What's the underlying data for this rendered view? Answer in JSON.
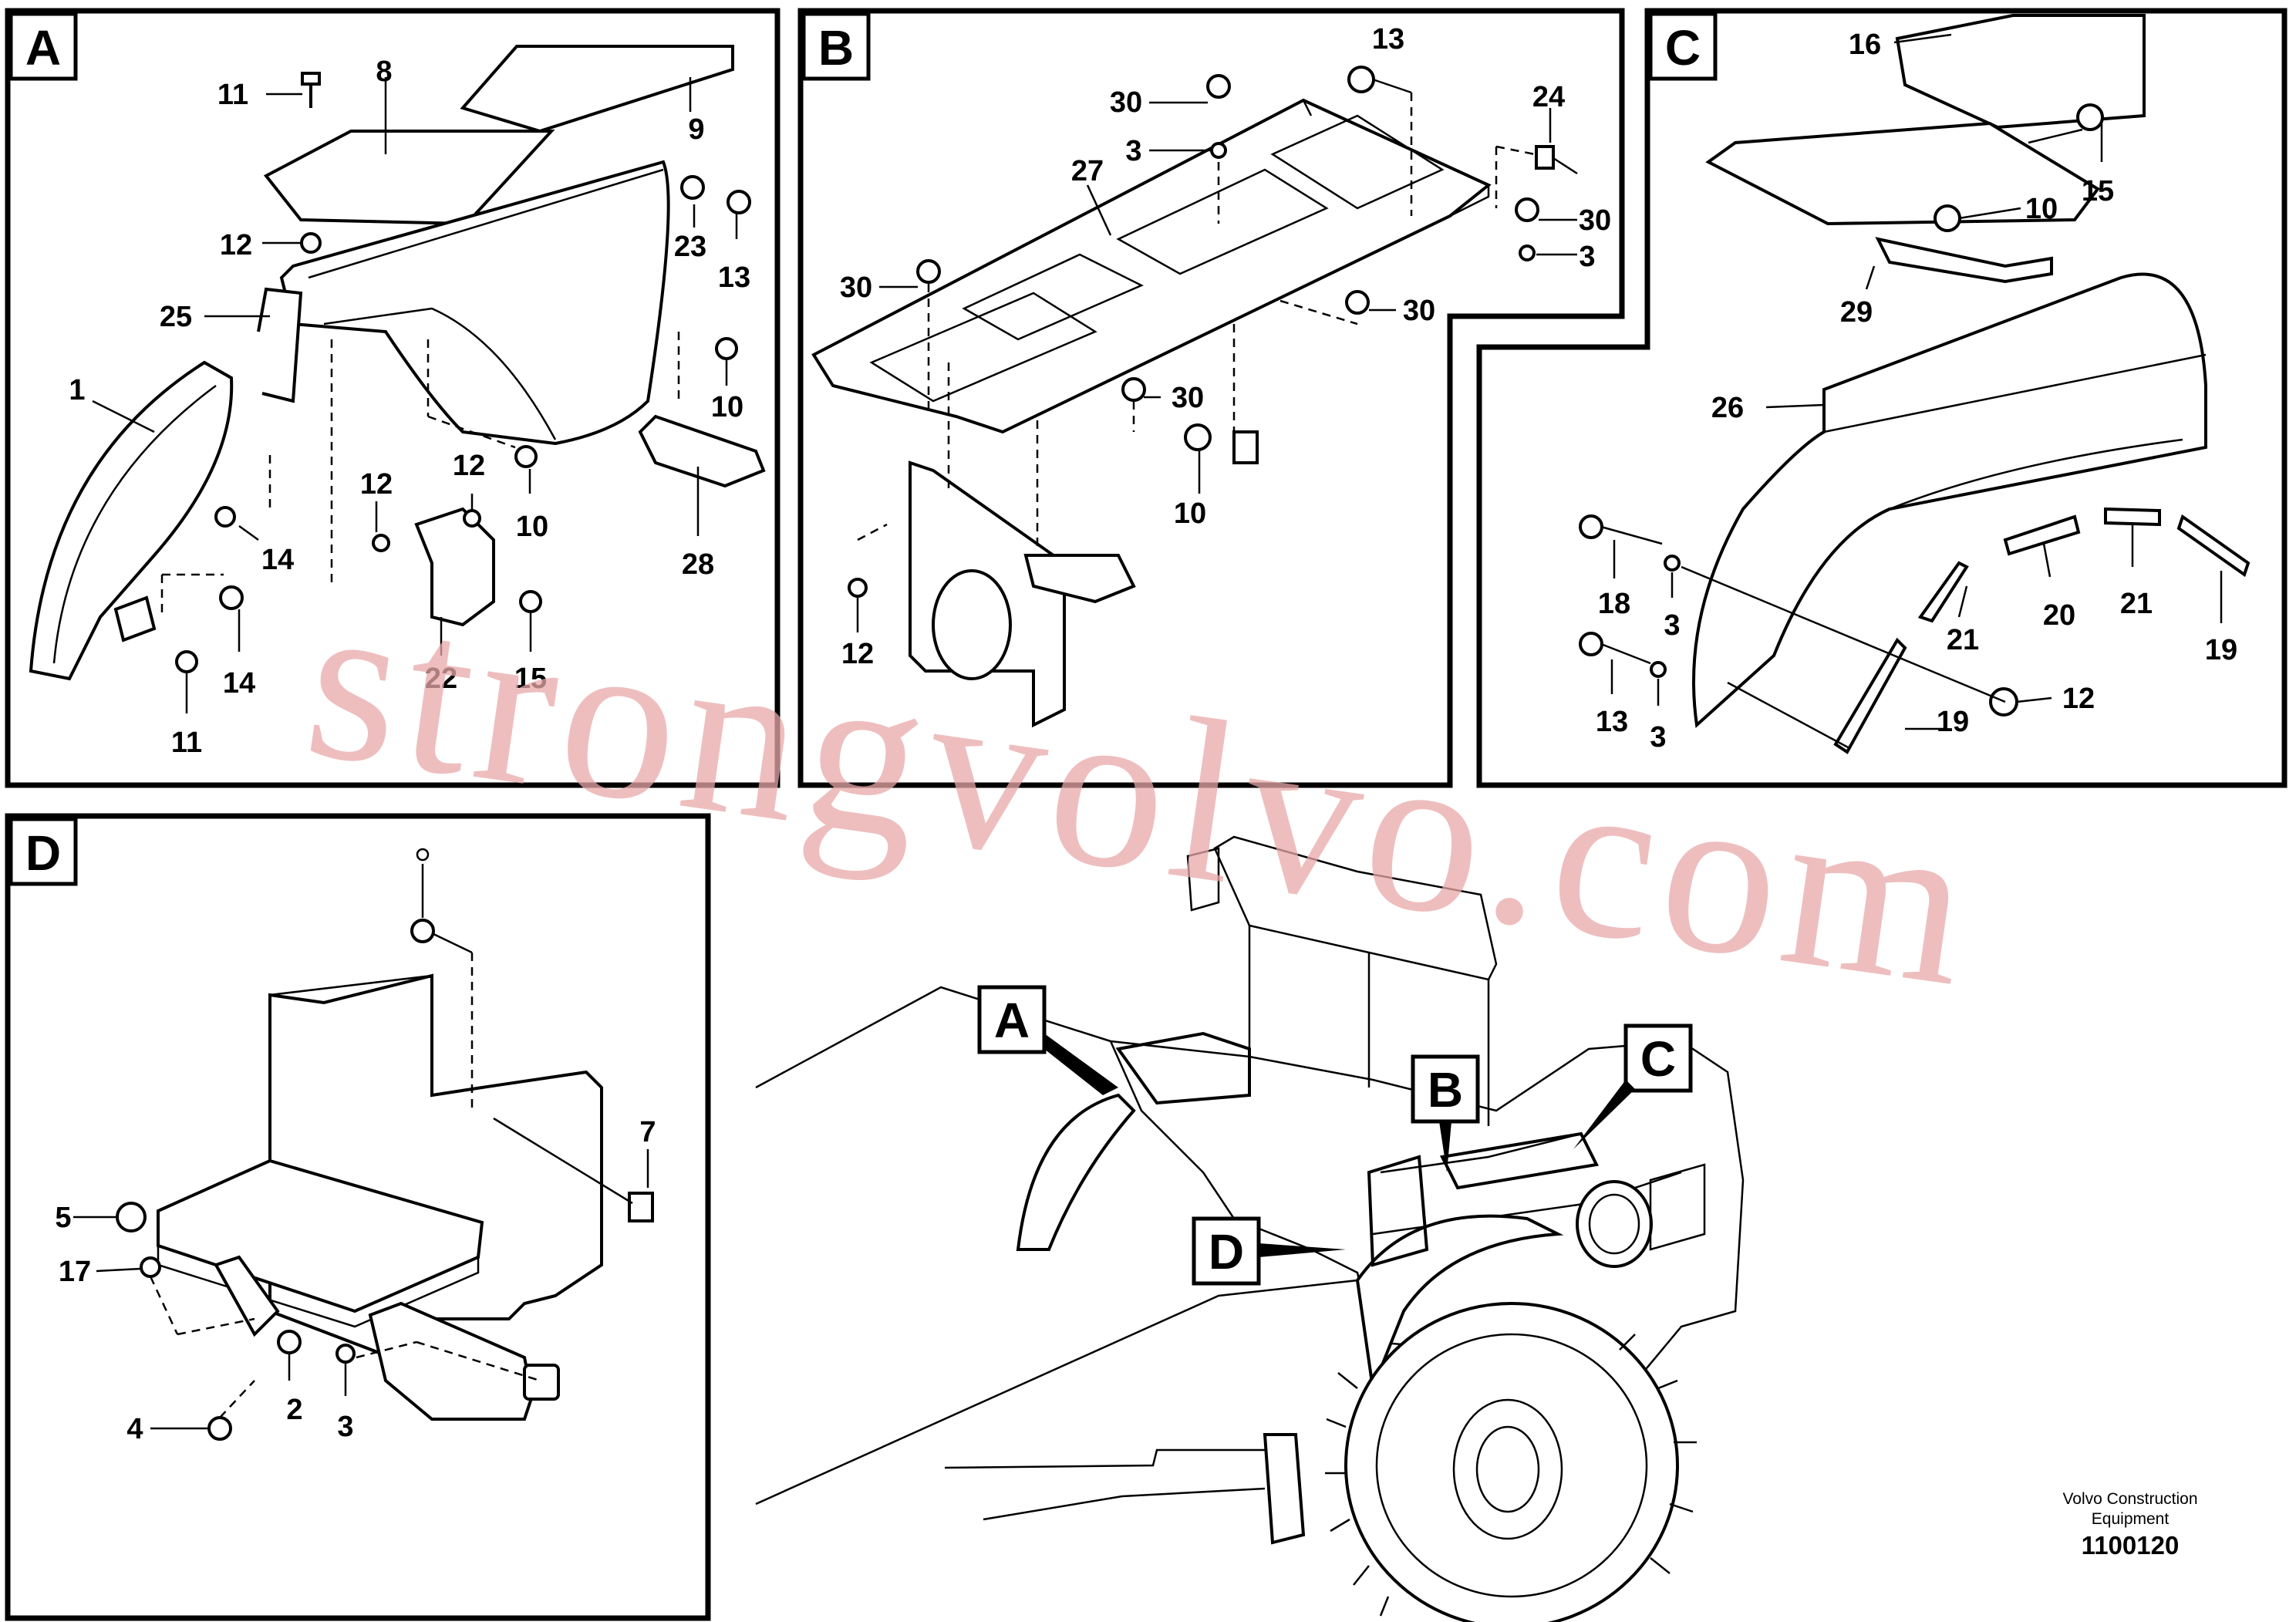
{
  "panels": {
    "A": {
      "tag": "A",
      "callouts": [
        "11",
        "8",
        "9",
        "12",
        "23",
        "13",
        "25",
        "1",
        "10",
        "14",
        "12",
        "12",
        "10",
        "28",
        "14",
        "22",
        "15",
        "11"
      ]
    },
    "B": {
      "tag": "B",
      "callouts": [
        "13",
        "30",
        "24",
        "3",
        "27",
        "30",
        "3",
        "30",
        "30",
        "30",
        "10",
        "12"
      ]
    },
    "C": {
      "tag": "C",
      "callouts": [
        "16",
        "15",
        "10",
        "29",
        "26",
        "18",
        "3",
        "21",
        "20",
        "21",
        "19",
        "13",
        "3",
        "12",
        "19"
      ]
    },
    "D": {
      "tag": "D",
      "callouts": [
        "7",
        "5",
        "17",
        "2",
        "3",
        "4"
      ]
    }
  },
  "overview": {
    "tags": [
      "A",
      "B",
      "C",
      "D"
    ]
  },
  "footer": {
    "company": "Volvo Construction",
    "company2": "Equipment",
    "doc_number": "1100120"
  },
  "watermark": "strongvolvo.com"
}
